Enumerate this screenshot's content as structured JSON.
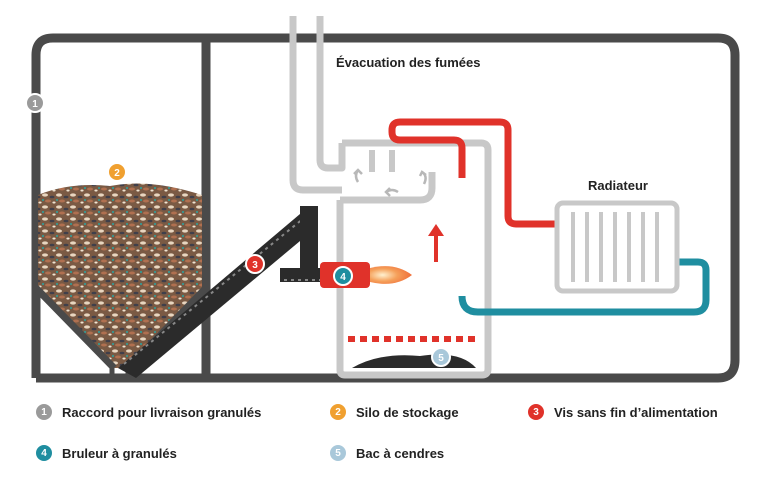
{
  "labels": {
    "smoke_exhaust": "Évacuation des fumées",
    "radiator": "Radiateur"
  },
  "badges": {
    "b1": "1",
    "b2": "2",
    "b3": "3",
    "b4": "4",
    "b5": "5"
  },
  "legend": [
    {
      "num": "1",
      "text": "Raccord pour livraison granulés",
      "color": "#9a9a9a"
    },
    {
      "num": "2",
      "text": "Silo de stockage",
      "color": "#f0a030"
    },
    {
      "num": "3",
      "text": "Vis sans fin d’alimentation",
      "color": "#e0322a"
    },
    {
      "num": "4",
      "text": "Bruleur à granulés",
      "color": "#1f8ea0"
    },
    {
      "num": "5",
      "text": "Bac à cendres",
      "color": "#a9c8da"
    }
  ],
  "colors": {
    "wall": "#4a4a4a",
    "pipe_gray": "#c8c8c8",
    "hot": "#e0322a",
    "cold": "#1f8ea0",
    "badge_gray": "#9a9a9a",
    "badge_orange": "#f0a030",
    "badge_red": "#e0322a",
    "badge_teal": "#1f8ea0",
    "badge_light": "#a9c8da"
  }
}
